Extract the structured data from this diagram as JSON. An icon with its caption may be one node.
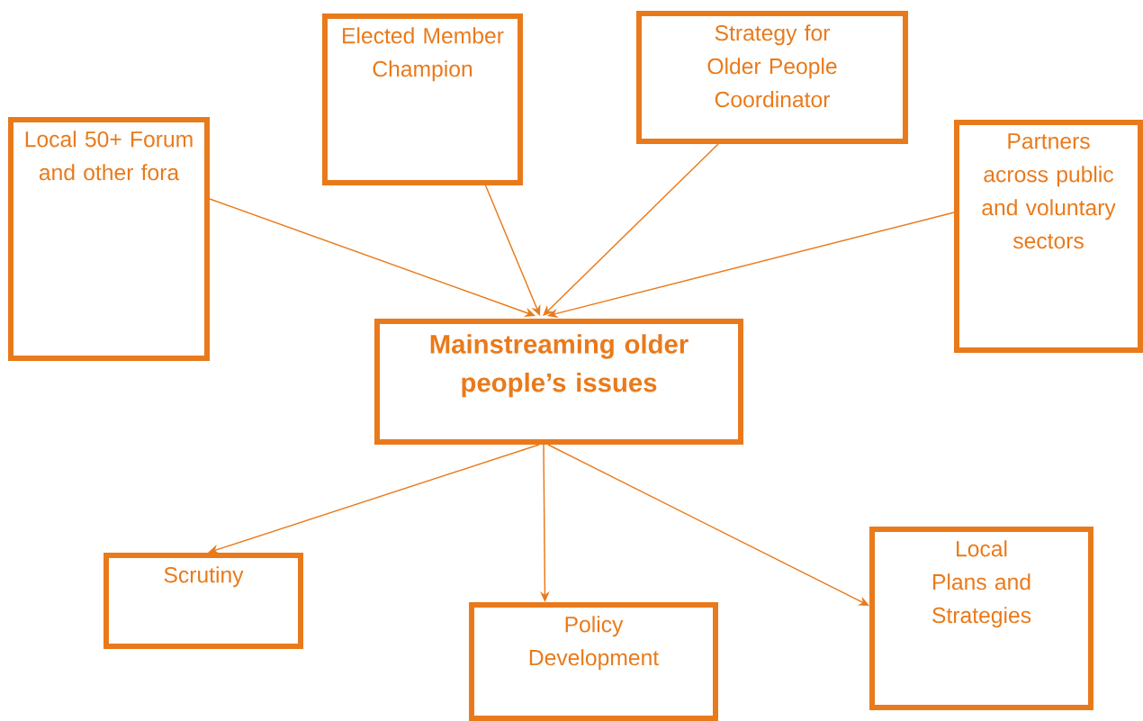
{
  "diagram": {
    "nodes": [
      {
        "text": [
          "Local 50+ Forum and other fora"
        ]
      },
      {
        "text": [
          "Elected Member Champion"
        ]
      },
      {
        "text": [
          "Strategy for Older People Coordinator"
        ]
      },
      {
        "text": [
          "Partners across public and voluntary sectors"
        ]
      },
      {
        "text": [
          "Mainstreaming older people’s issues"
        ]
      },
      {
        "text": [
          "Scrutiny"
        ]
      },
      {
        "text": [
          "Policy Development"
        ]
      },
      {
        "text": [
          "Local Plans and Strategies"
        ]
      }
    ],
    "edges": [
      {
        "from": 0,
        "to": 4,
        "arrow": "to"
      },
      {
        "from": 1,
        "to": 4,
        "arrow": "to"
      },
      {
        "from": 2,
        "to": 4,
        "arrow": "to"
      },
      {
        "from": 3,
        "to": 4,
        "arrow": "to"
      },
      {
        "from": 4,
        "to": 5,
        "arrow": "to"
      },
      {
        "from": 4,
        "to": 6,
        "arrow": "to"
      },
      {
        "from": 4,
        "to": 7,
        "arrow": "to"
      }
    ]
  }
}
